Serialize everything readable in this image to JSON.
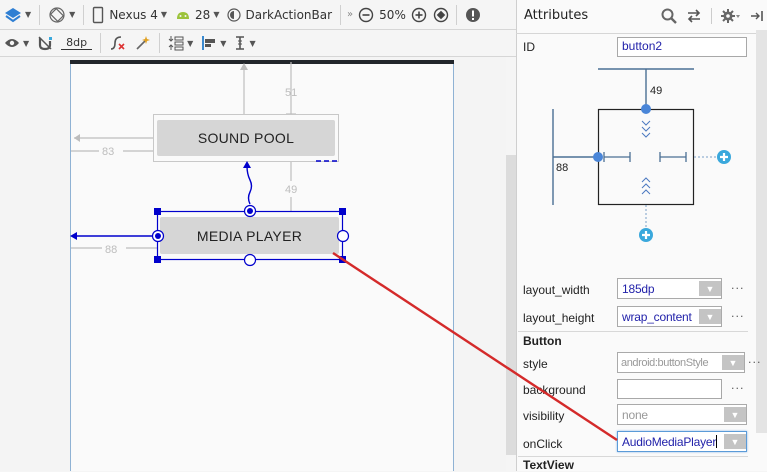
{
  "toolbar_top": {
    "device": "Nexus 4",
    "api_level": "28",
    "theme": "DarkActionBar",
    "more": "»",
    "zoom": "50%"
  },
  "toolbar_second": {
    "default_margin": "8dp"
  },
  "canvas": {
    "buttons": [
      {
        "label": "SOUND POOL"
      },
      {
        "label": "MEDIA PLAYER"
      }
    ],
    "margins": {
      "sound_pool_top": "51",
      "sound_pool_left": "83",
      "media_player_top": "49",
      "media_player_left": "88"
    }
  },
  "attributes": {
    "title": "Attributes",
    "id_label": "ID",
    "id_value": "button2",
    "constraint_widget": {
      "top_margin": "49",
      "left_margin": "88"
    },
    "rows": [
      {
        "label": "layout_width",
        "value": "185dp"
      },
      {
        "label": "layout_height",
        "value": "wrap_content"
      }
    ],
    "section_button": "Button",
    "style_label": "style",
    "style_value": "android:buttonStyle",
    "background_label": "background",
    "background_value": "",
    "visibility_label": "visibility",
    "visibility_value": "none",
    "onclick_label": "onClick",
    "onclick_value": "AudioMediaPlayer",
    "section_textview": "TextView",
    "more_dots": "···"
  },
  "colors": {
    "selection": "#0000cc",
    "constraint_blue": "#4a86d8",
    "annotation_red": "#d42a2a",
    "plus_blue": "#3aa8dc"
  }
}
